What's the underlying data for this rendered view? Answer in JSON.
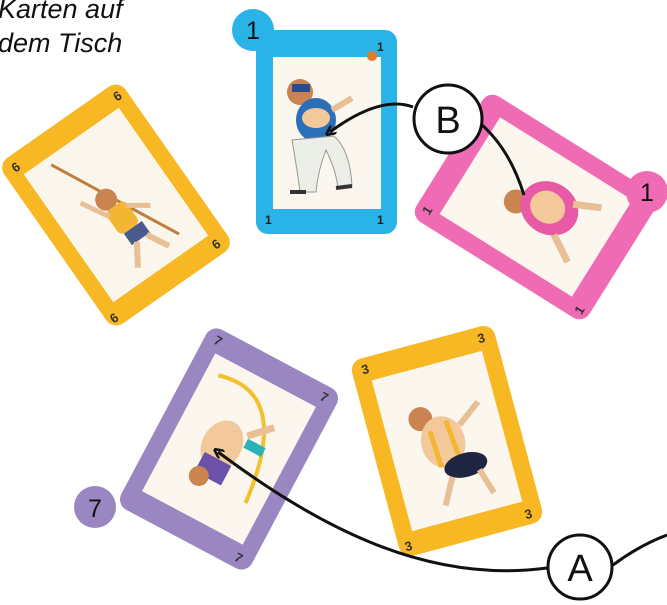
{
  "title": {
    "line1": "Karten auf",
    "line2": "dem Tisch"
  },
  "colors": {
    "blue": "#2ab3e6",
    "pink": "#ef6cb4",
    "yellow": "#f7b824",
    "purple": "#9a87c2"
  },
  "cards": [
    {
      "id": "blue-shotput",
      "color": "blue",
      "value": "1",
      "tag": "1",
      "figure": "shot-put"
    },
    {
      "id": "pink-bend",
      "color": "pink",
      "value": "1",
      "tag": "1",
      "figure": "wrestler"
    },
    {
      "id": "yellow-javelin",
      "color": "yellow",
      "value": "6",
      "figure": "javelin"
    },
    {
      "id": "purple-vault",
      "color": "purple",
      "value": "7",
      "tag": "7",
      "figure": "pole-vault"
    },
    {
      "id": "yellow-discus",
      "color": "yellow",
      "value": "3",
      "figure": "discus"
    }
  ],
  "callouts": [
    {
      "id": "B",
      "label": "B"
    },
    {
      "id": "A",
      "label": "A"
    }
  ]
}
